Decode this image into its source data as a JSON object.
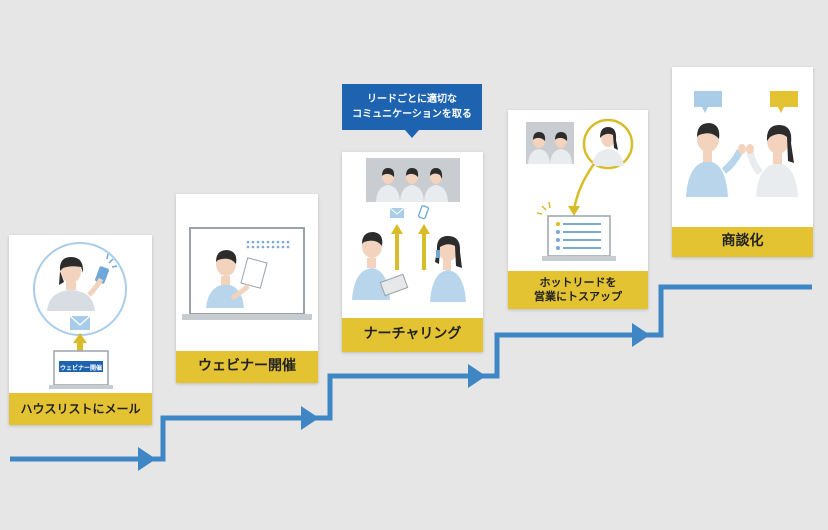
{
  "callout": {
    "line1": "リードごとに適切な",
    "line2": "コミュニケーションを取る"
  },
  "steps": [
    {
      "label": "ハウスリストにメール",
      "badge": "ウェビナー開催"
    },
    {
      "label": "ウェビナー開催"
    },
    {
      "label": "ナーチャリング"
    },
    {
      "label_line1": "ホットリードを",
      "label_line2": "営業にトスアップ"
    },
    {
      "label": "商談化"
    }
  ],
  "colors": {
    "background": "#e6e6e6",
    "card": "#ffffff",
    "label": "#e3c332",
    "path": "#3f86c4",
    "callout": "#1e63b0",
    "accent_arrow": "#d9bc2a"
  }
}
